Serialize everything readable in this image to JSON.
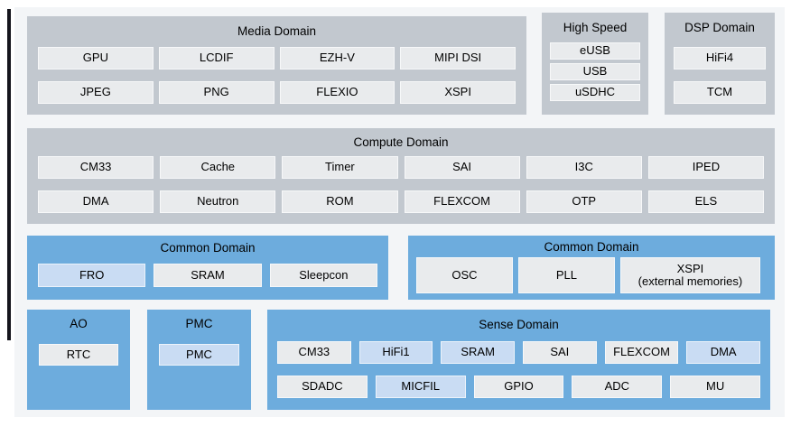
{
  "colors": {
    "page-bg": "#ffffff",
    "canvas-bg": "#f3f5f7",
    "panel-gray": "#c2c8cf",
    "panel-blue": "#6dacdd",
    "block-gray": "#e9ebed",
    "block-blue": "#c9dcf3",
    "text": "#000000",
    "change-bar": "#14141c"
  },
  "media_domain": {
    "title": "Media Domain",
    "blocks": [
      "GPU",
      "LCDIF",
      "EZH-V",
      "MIPI DSI",
      "JPEG",
      "PNG",
      "FLEXIO",
      "XSPI"
    ]
  },
  "high_speed": {
    "title": "High Speed",
    "blocks": [
      "eUSB",
      "USB",
      "uSDHC"
    ]
  },
  "dsp_domain": {
    "title": "DSP Domain",
    "blocks": [
      "HiFi4",
      "TCM"
    ]
  },
  "compute_domain": {
    "title": "Compute Domain",
    "blocks": [
      "CM33",
      "Cache",
      "Timer",
      "SAI",
      "I3C",
      "IPED",
      "DMA",
      "Neutron",
      "ROM",
      "FLEXCOM",
      "OTP",
      "ELS"
    ]
  },
  "common_domain_left": {
    "title": "Common Domain",
    "blocks": [
      {
        "label": "FRO",
        "highlight": true
      },
      {
        "label": "SRAM",
        "highlight": false
      },
      {
        "label": "Sleepcon",
        "highlight": false
      }
    ]
  },
  "common_domain_right": {
    "title": "Common Domain",
    "blocks": [
      {
        "label": "OSC",
        "highlight": false
      },
      {
        "label": "PLL",
        "highlight": false
      },
      {
        "label": "XSPI",
        "sublabel": "(external memories)",
        "highlight": false
      }
    ]
  },
  "ao_domain": {
    "title": "AO",
    "block": {
      "label": "RTC",
      "highlight": false
    }
  },
  "pmc_domain": {
    "title": "PMC",
    "block": {
      "label": "PMC",
      "highlight": true
    }
  },
  "sense_domain": {
    "title": "Sense Domain",
    "rows": [
      [
        {
          "label": "CM33",
          "highlight": false
        },
        {
          "label": "HiFi1",
          "highlight": true
        },
        {
          "label": "SRAM",
          "highlight": true
        },
        {
          "label": "SAI",
          "highlight": false
        },
        {
          "label": "FLEXCOM",
          "highlight": false
        },
        {
          "label": "DMA",
          "highlight": true
        }
      ],
      [
        {
          "label": "SDADC",
          "highlight": false
        },
        {
          "label": "MICFIL",
          "highlight": true
        },
        {
          "label": "GPIO",
          "highlight": false
        },
        {
          "label": "ADC",
          "highlight": false
        },
        {
          "label": "MU",
          "highlight": false
        }
      ]
    ]
  }
}
